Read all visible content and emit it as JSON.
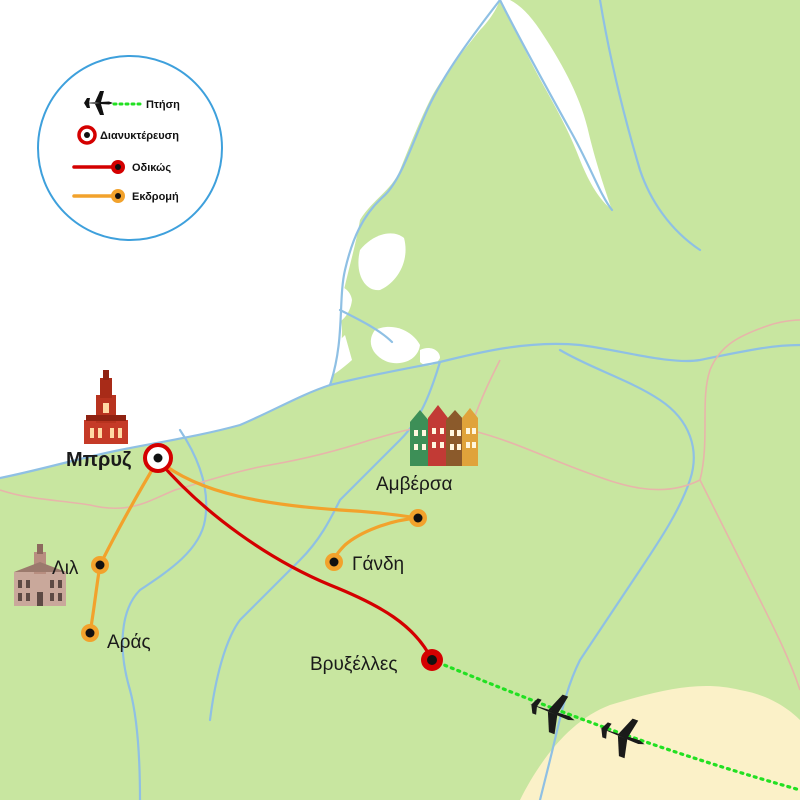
{
  "legend": {
    "flight": "Πτήση",
    "overnight": "Διανυκτέρευση",
    "road": "Οδικώς",
    "excursion": "Εκδρομή"
  },
  "cities": {
    "bruges": "Μπρυζ",
    "antwerp": "Αμβέρσα",
    "ghent": "Γάνδη",
    "lille": "Λιλ",
    "arras": "Αράς",
    "brussels": "Βρυξέλλες"
  },
  "icons": {
    "bruges_landmark": "belfry-tower-icon",
    "antwerp_landmark": "gabled-houses-icon",
    "lille_landmark": "town-hall-icon",
    "plane": "airplane-icon"
  },
  "colors": {
    "land": "#c8e6a0",
    "land_light": "#fbf1c8",
    "water": "#ffffff",
    "river": "#8fc0e4",
    "border": "#e7b5aa",
    "road": "#d40000",
    "excursion": "#f2a22c",
    "flight": "#22e022",
    "legend_ring": "#3ea0dc"
  }
}
